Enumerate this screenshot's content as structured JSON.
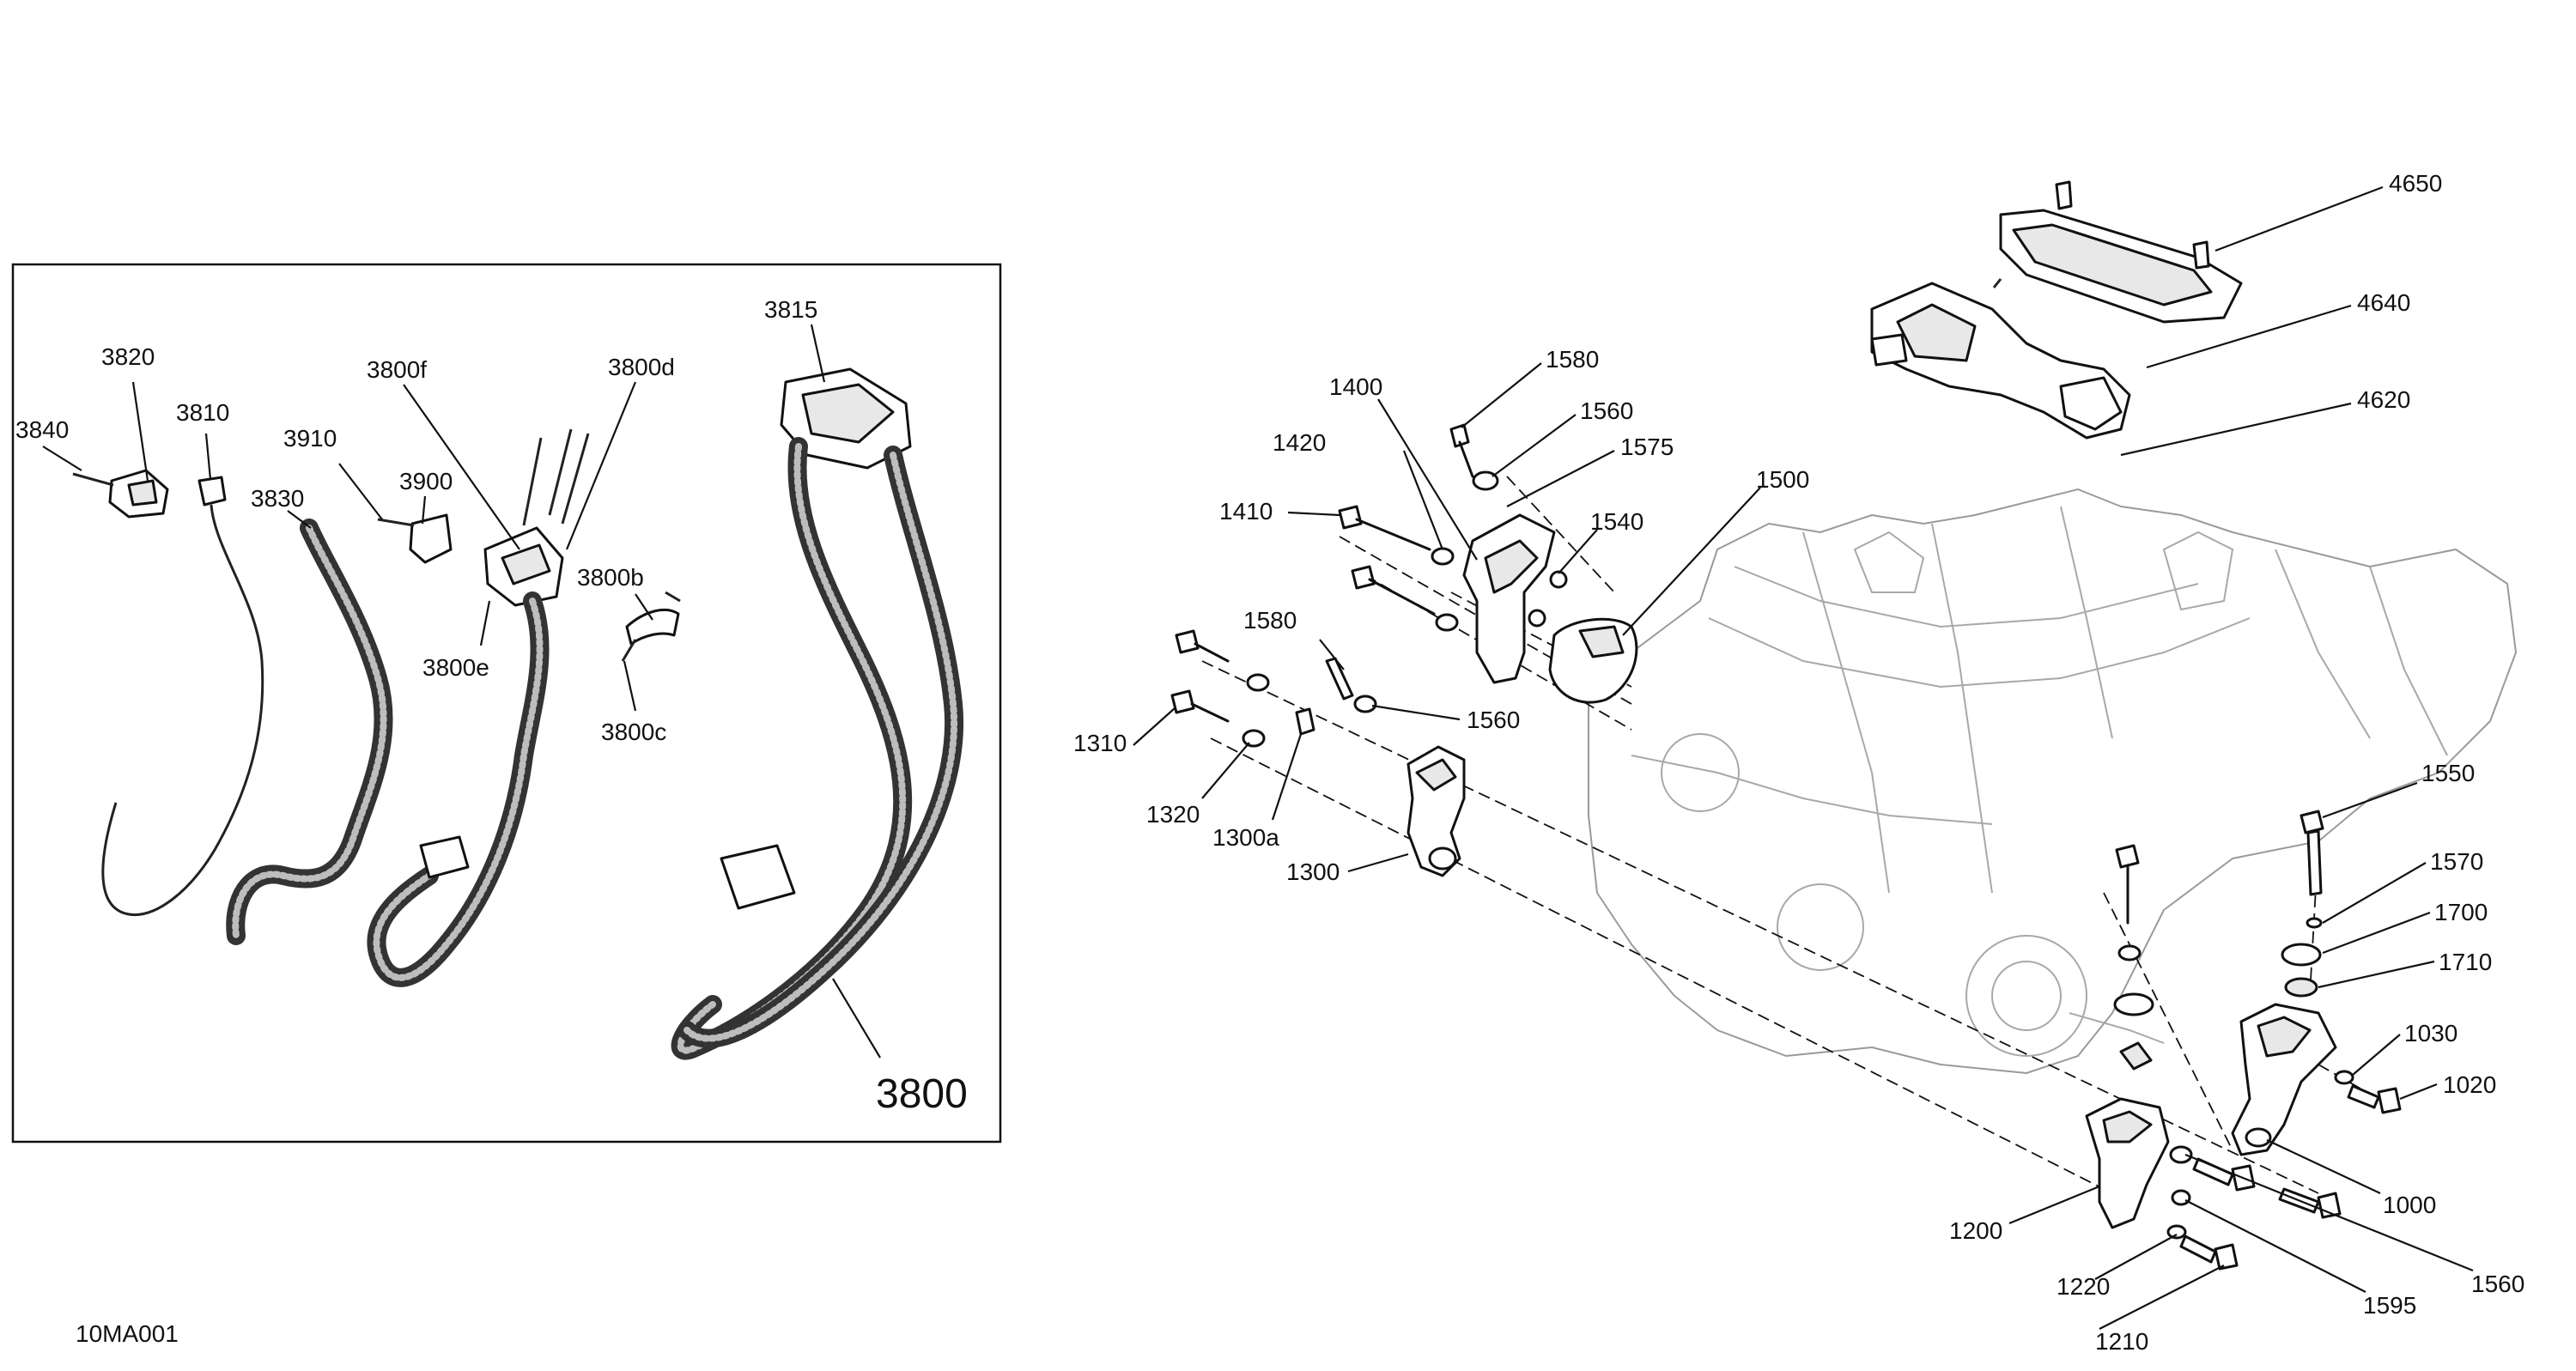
{
  "figure_code": "10MA001",
  "inset_labels": {
    "l3840": "3840",
    "l3820": "3820",
    "l3810": "3810",
    "l3830": "3830",
    "l3910": "3910",
    "l3900": "3900",
    "l3800f": "3800f",
    "l3800d": "3800d",
    "l3800e": "3800e",
    "l3800b": "3800b",
    "l3800c": "3800c",
    "l3815": "3815",
    "l3800": "3800"
  },
  "engine_labels": {
    "l4650": "4650",
    "l4640": "4640",
    "l4620": "4620",
    "l1580a": "1580",
    "l1560a": "1560",
    "l1575": "1575",
    "l1400": "1400",
    "l1420": "1420",
    "l1410": "1410",
    "l1540": "1540",
    "l1500": "1500",
    "l1580b": "1580",
    "l1560b": "1560",
    "l1310": "1310",
    "l1320": "1320",
    "l1300a": "1300a",
    "l1300": "1300",
    "l1550": "1550",
    "l1570": "1570",
    "l1700": "1700",
    "l1710": "1710",
    "l1030": "1030",
    "l1020": "1020",
    "l1000": "1000",
    "l1200": "1200",
    "l1560c": "1560",
    "l1220": "1220",
    "l1595": "1595",
    "l1210": "1210"
  }
}
